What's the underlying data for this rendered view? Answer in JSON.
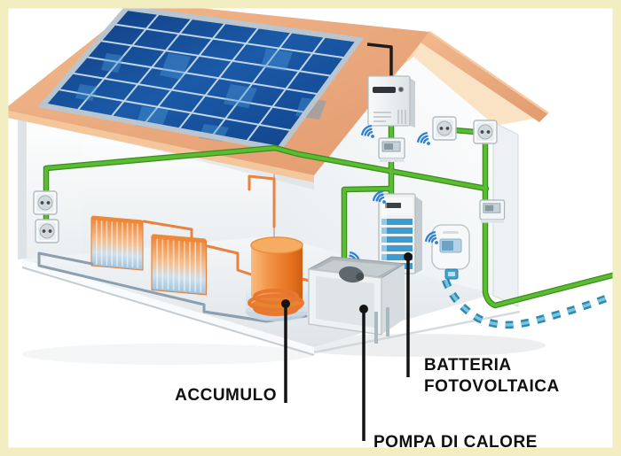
{
  "diagram": {
    "labels": {
      "accumulo": "ACCUMULO",
      "batteria_line1": "BATTERIA",
      "batteria_line2": "FOTOVOLTAICA",
      "pompa": "POMPA DI CALORE"
    },
    "colors": {
      "background": "#ffffff",
      "border": "#f3edc2",
      "roof": "#eca67f",
      "panel_blue": "#15549f",
      "wire_green": "#5abc31",
      "wire_green_dark": "#3c8c1e",
      "cable_black": "#1c1c1c",
      "wifi_blue": "#2d7fd3",
      "battery_stripe": "#3e9bd0",
      "tank_orange": "#e87c28",
      "pipe_orange": "#e8823e",
      "pipe_return": "#8b9fae",
      "dotted_teal": "#2a8ab0",
      "dotted_teal_light": "#7cc4de",
      "label_text": "#101010"
    }
  }
}
